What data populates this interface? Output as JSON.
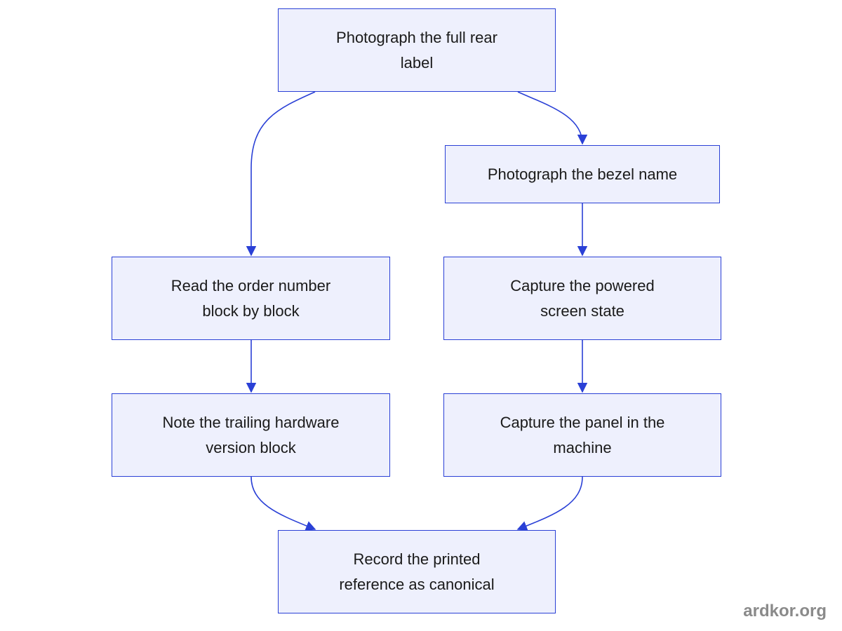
{
  "colors": {
    "node_fill": "#eef0fd",
    "node_border": "#2a40d6",
    "edge": "#2a40d6",
    "text": "#1a1a1a",
    "watermark": "#8a8a8a"
  },
  "nodes": {
    "rear_label": {
      "line1": "Photograph the full rear",
      "line2": "label"
    },
    "bezel_name": {
      "line1": "Photograph the bezel name"
    },
    "order_number": {
      "line1": "Read the order number",
      "line2": "block by block"
    },
    "screen_state": {
      "line1": "Capture the powered",
      "line2": "screen state"
    },
    "trailing_block": {
      "line1": "Note the trailing hardware",
      "line2": "version block"
    },
    "panel_machine": {
      "line1": "Capture the panel in the",
      "line2": "machine"
    },
    "record_reference": {
      "line1": "Record the printed",
      "line2": "reference as canonical"
    }
  },
  "edges": [
    {
      "from": "rear_label",
      "to": "order_number"
    },
    {
      "from": "rear_label",
      "to": "bezel_name"
    },
    {
      "from": "bezel_name",
      "to": "screen_state"
    },
    {
      "from": "order_number",
      "to": "trailing_block"
    },
    {
      "from": "screen_state",
      "to": "panel_machine"
    },
    {
      "from": "trailing_block",
      "to": "record_reference"
    },
    {
      "from": "panel_machine",
      "to": "record_reference"
    }
  ],
  "watermark": "ardkor.org"
}
